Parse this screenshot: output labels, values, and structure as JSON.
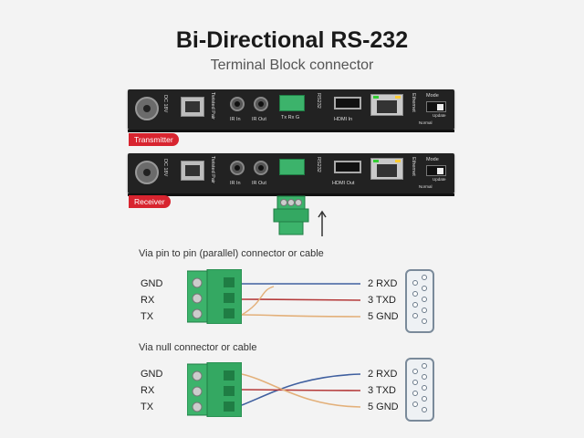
{
  "header": {
    "title": "Bi-Directional RS-232",
    "subtitle": "Terminal Block connector"
  },
  "devices": {
    "transmitter": {
      "tag": "Transmitter",
      "dc_label": "DC 18V",
      "twisted_label": "Twisted Pair",
      "ir_in": "IR In",
      "ir_out": "IR Out",
      "tb_pins": "Tx  Rx  G",
      "rs232_label": "RS232",
      "hdmi_label": "HDMI In",
      "ethernet_label": "Ethernet",
      "mode_label": "Mode",
      "update_label": "Update",
      "normal_label": "Normal"
    },
    "receiver": {
      "tag": "Receiver",
      "dc_label": "DC 18V",
      "twisted_label": "Twisted Pair",
      "ir_in": "IR In",
      "ir_out": "IR Out",
      "tb_pins": "",
      "rs232_label": "RS232",
      "hdmi_label": "HDMI Out",
      "ethernet_label": "Ethernet",
      "mode_label": "Mode",
      "update_label": "Update",
      "normal_label": "Normal"
    }
  },
  "wiring": {
    "parallel": {
      "caption": "Via pin to pin (parallel) connector or cable",
      "left": [
        "GND",
        "RX",
        "TX"
      ],
      "right": [
        "2 RXD",
        "3 TXD",
        "5 GND"
      ]
    },
    "null": {
      "caption": "Via null connector or cable",
      "left": [
        "GND",
        "RX",
        "TX"
      ],
      "right": [
        "2 RXD",
        "3 TXD",
        "5 GND"
      ]
    }
  },
  "colors": {
    "tag_red": "#d8242f",
    "wire_blue": "#3f5f9f",
    "wire_red": "#b53a3a",
    "wire_orange": "#e3b07a",
    "connector_green": "#3cb36b"
  }
}
